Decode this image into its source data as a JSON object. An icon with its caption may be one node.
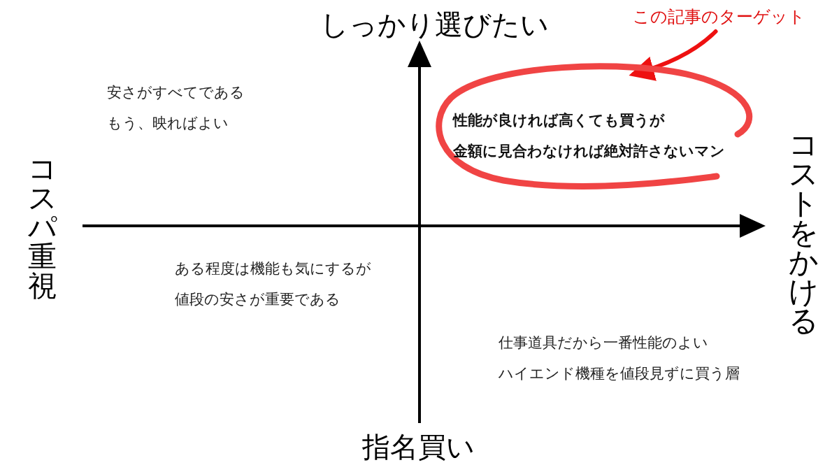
{
  "diagram": {
    "nodes": [
      {
        "text": [
          "この記事のターゲット"
        ]
      },
      {
        "text": [
          "性能が良ければ高くても買うが金額に見合わなければ絶対許さないマン"
        ]
      }
    ],
    "edges": [
      {
        "from": 0,
        "to": 1,
        "arrow": "to",
        "color": "#ee1111"
      }
    ],
    "labels": [
      "しっかり選びたい",
      "安さがすべてであるもう、映ればよい",
      "コスパ重視",
      "コストをかける",
      "ある程度は機能も気にするが値段の安さが重要である",
      "仕事道具だから一番性能のよいハイエンド機種を値段見ずに買う層",
      "指名買い"
    ]
  }
}
